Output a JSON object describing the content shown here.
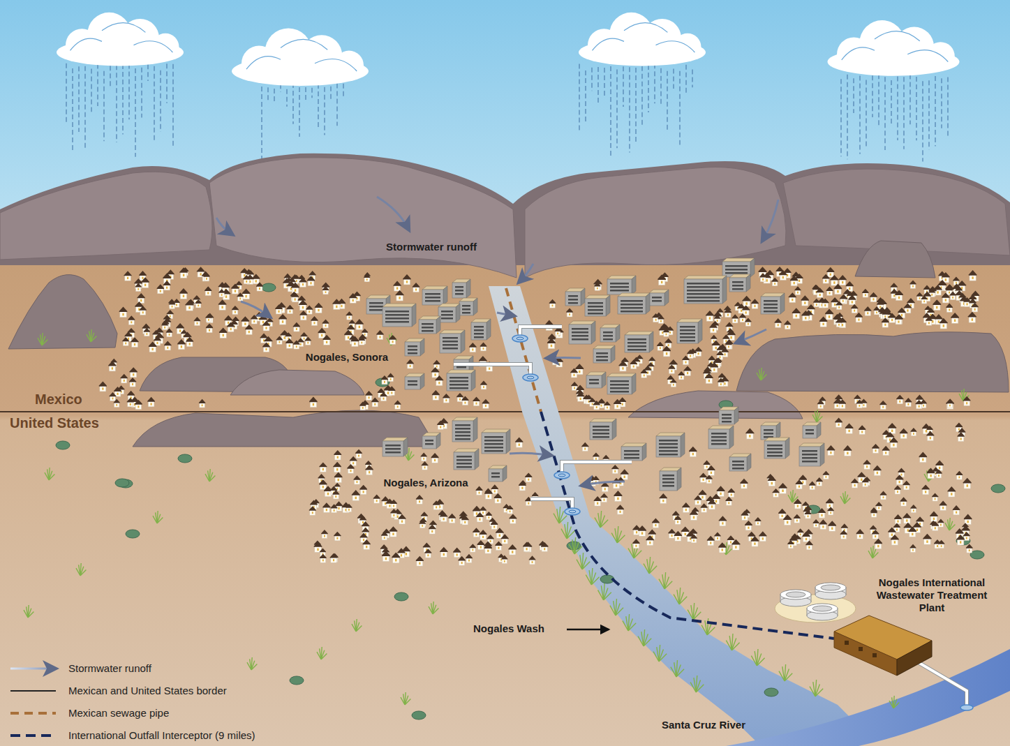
{
  "diagram": {
    "labels": [
      "Stormwater runoff",
      "Nogales, Sonora",
      "Mexico",
      "United States",
      "Nogales, Arizona",
      "Nogales International Wastewater Treatment Plant",
      "Nogales Wash",
      "Santa Cruz River"
    ],
    "legend": [
      {
        "text": "Stormwater runoff"
      },
      {
        "text": "Mexican and United States border"
      },
      {
        "text": "Mexican sewage pipe"
      },
      {
        "text": "International Outfall Interceptor (9 miles)"
      }
    ]
  }
}
